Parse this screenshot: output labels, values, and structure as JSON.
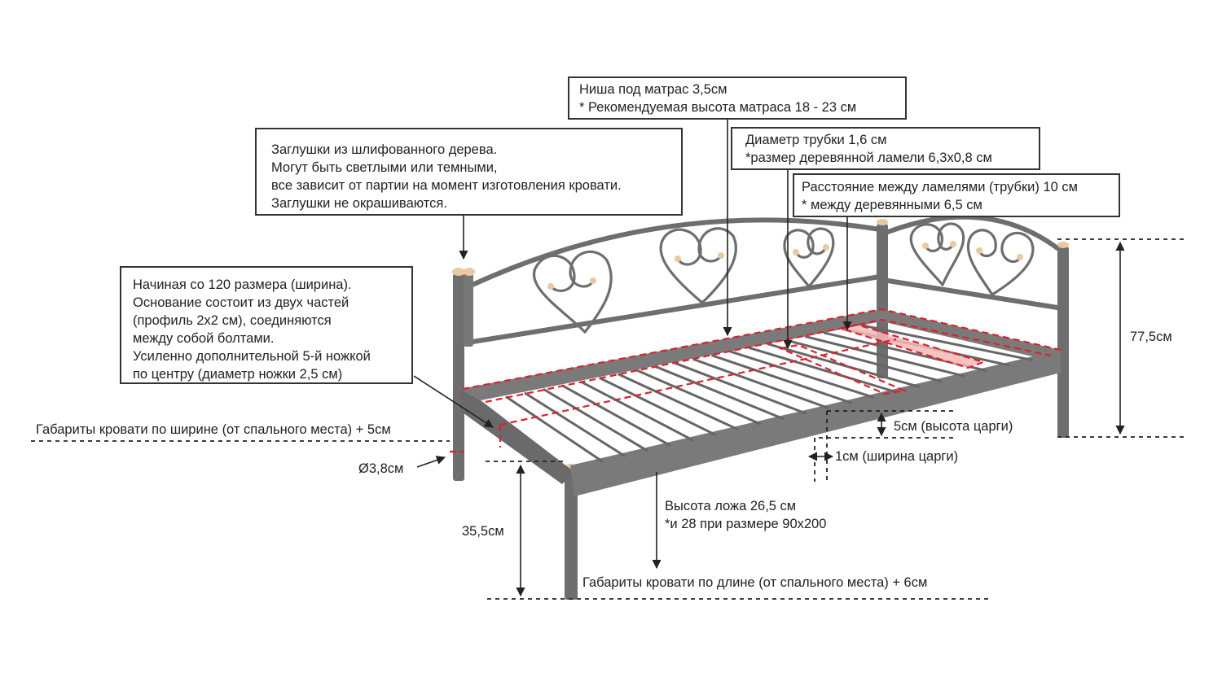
{
  "colors": {
    "frame": "#6e6e6e",
    "frame_dark": "#5a5a5a",
    "wood_cap": "#e8c9a0",
    "dash_red": "#e0202a",
    "highlight_red": "#f4b8b8",
    "annotation": "#222222"
  },
  "callouts": {
    "niche": {
      "lines": [
        "Ниша под матрас 3,5см",
        "* Рекомендуемая высота матраса 18 - 23 см"
      ]
    },
    "caps": {
      "lines": [
        "Заглушки из шлифованного дерева.",
        "Могут быть светлыми или темными,",
        "все зависит от партии на момент изготовления кровати.",
        "Заглушки не окрашиваются."
      ]
    },
    "tube": {
      "lines": [
        "Диаметр трубки 1,6 см",
        "*размер деревянной ламели 6,3х0,8 см"
      ]
    },
    "gap": {
      "lines": [
        "Расстояние между ламелями (трубки) 10 см",
        "* между деревянными 6,5 см"
      ]
    },
    "base": {
      "lines": [
        "Начиная со 120 размера (ширина).",
        "Основание состоит из двух частей",
        "(профиль 2х2 см), соединяются",
        "между собой болтами.",
        "Усиленно дополнительной 5-й ножкой",
        "по центру (диаметр ножки 2,5 см)"
      ]
    }
  },
  "dimensions": {
    "width_overall": "Габариты кровати по ширине (от спального места) + 5см",
    "leg_diameter": "Ø3,8см",
    "leg_height": "35,5см",
    "bed_height": [
      "Высота ложа 26,5 см",
      "*и 28 при размере 90х200"
    ],
    "length_overall": "Габариты кровати по длине (от спального места) + 6см",
    "total_height": "77,5см",
    "rail_height": "5см (высота царги)",
    "rail_width": "1см (ширина царги)"
  },
  "slats": {
    "count": 20
  }
}
